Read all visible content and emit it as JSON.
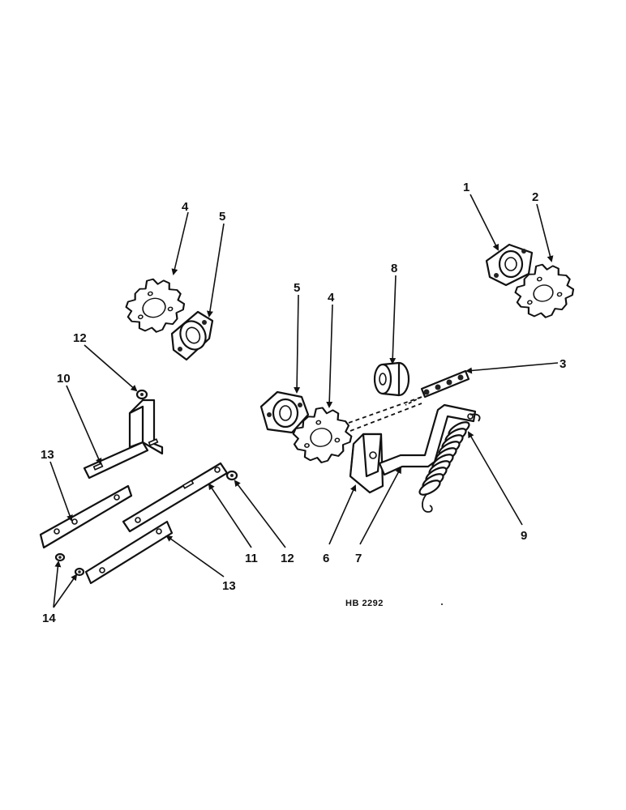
{
  "callouts": {
    "c1": "1",
    "c2": "2",
    "c3": "3",
    "c4_left": "4",
    "c5_left": "5",
    "c5_mid": "5",
    "c4_mid": "4",
    "c6": "6",
    "c7": "7",
    "c8": "8",
    "c9": "9",
    "c10": "10",
    "c11": "11",
    "c12_top": "12",
    "c12_bottom": "12",
    "c13_top": "13",
    "c13_bottom": "13",
    "c14": "14"
  },
  "reference_code": "HB 2292",
  "colors": {
    "ink": "#111111",
    "paper": "#ffffff"
  }
}
